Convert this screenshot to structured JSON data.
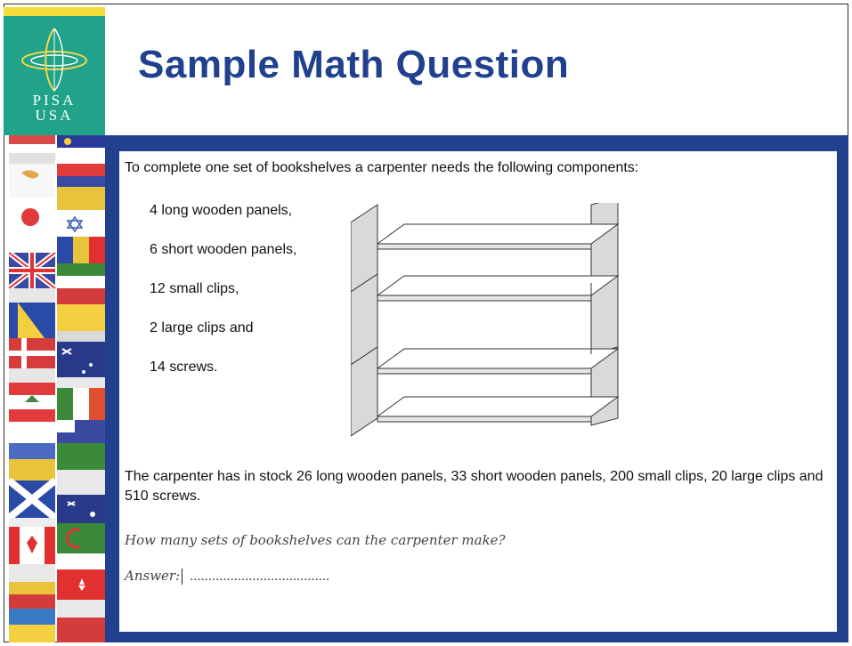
{
  "slide": {
    "title": "Sample Math Question"
  },
  "logo": {
    "line1": "PISA",
    "line2": "USA"
  },
  "question": {
    "intro": "To complete one set of bookshelves a carpenter needs the following components:",
    "components": [
      "4 long wooden panels,",
      "6 short wooden panels,",
      "12 small clips,",
      "2 large clips and",
      "14 screws."
    ],
    "stock": "The carpenter has in stock 26 long wooden panels, 33 short wooden panels, 200 small clips, 20 large clips and 510 screws.",
    "prompt": "How many sets of bookshelves can the carpenter make?",
    "answer_label": "Answer:",
    "answer_blank": "......................................"
  },
  "colors": {
    "brand_blue": "#21418f",
    "logo_green": "#20a388",
    "accent_yellow": "#f4dc3a"
  },
  "icons": {
    "logo": "globe-icon",
    "diagram": "bookshelf-illustration"
  }
}
